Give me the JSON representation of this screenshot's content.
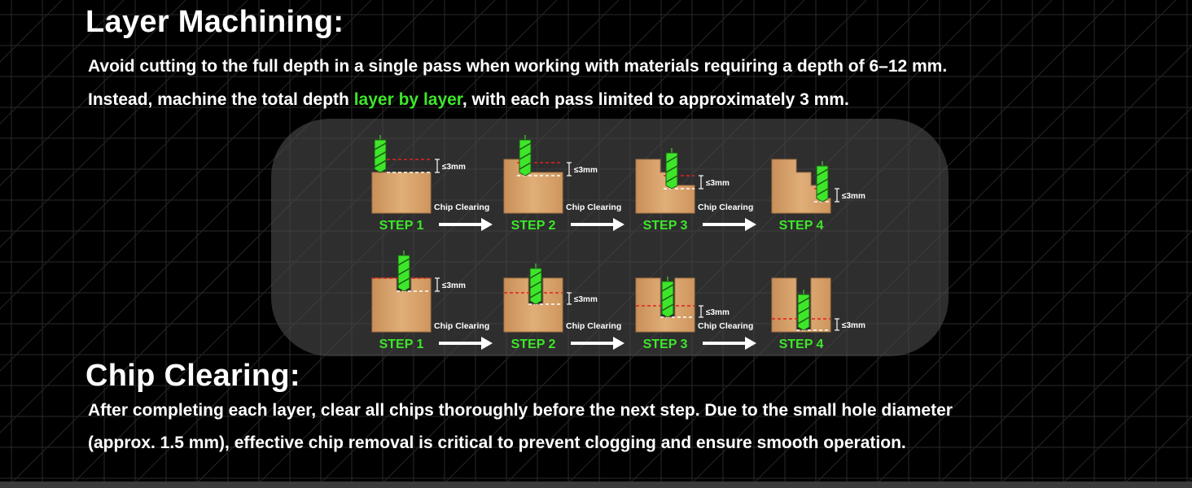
{
  "layer_machining": {
    "title": "Layer Machining:",
    "line1": "Avoid cutting to the full depth in a single pass when working with materials requiring a depth of 6–12 mm.",
    "line2_before": "Instead, machine the total depth ",
    "line2_highlight": "layer by layer",
    "line2_after": ", with each pass limited to approximately 3 mm."
  },
  "diagram": {
    "rows": [
      {
        "steps": [
          {
            "label": "STEP 1",
            "dim": "≤3mm",
            "chip": "Chip Clearing"
          },
          {
            "label": "STEP 2",
            "dim": "≤3mm",
            "chip": "Chip Clearing"
          },
          {
            "label": "STEP 3",
            "dim": "≤3mm",
            "chip": "Chip Clearing"
          },
          {
            "label": "STEP 4",
            "dim": "≤3mm"
          }
        ]
      },
      {
        "steps": [
          {
            "label": "STEP 1",
            "dim": "≤3mm",
            "chip": "Chip Clearing"
          },
          {
            "label": "STEP 2",
            "dim": "≤3mm",
            "chip": "Chip Clearing"
          },
          {
            "label": "STEP 3",
            "dim": "≤3mm",
            "chip": "Chip Clearing"
          },
          {
            "label": "STEP 4",
            "dim": "≤3mm"
          }
        ]
      }
    ]
  },
  "chip_clearing": {
    "title": "Chip Clearing:",
    "line1": "After completing each layer, clear all chips thoroughly before the next step. Due to the small hole diameter",
    "line2": "(approx. 1.5 mm), effective chip removal is critical to prevent clogging and ensure smooth operation."
  },
  "colors": {
    "highlight": "#3ee62a",
    "wood": "#d9a46c",
    "cut_line": "#e02020",
    "background": "#000000"
  }
}
